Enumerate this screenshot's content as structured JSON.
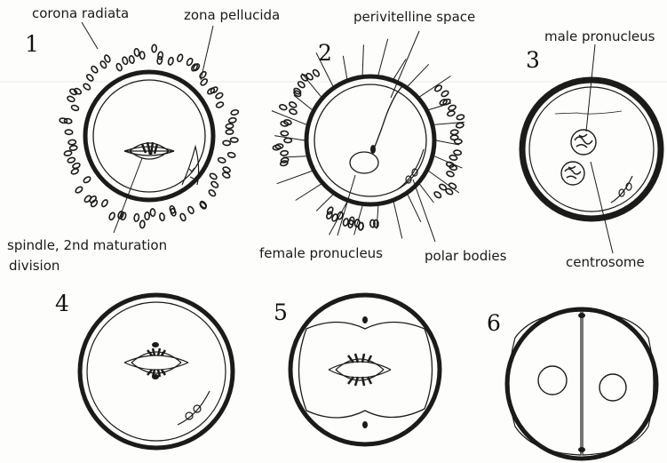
{
  "figure": {
    "stage_numbers": [
      "1",
      "2",
      "3",
      "4",
      "5",
      "6"
    ],
    "labels": {
      "corona_radiata": "corona radiata",
      "zona_pellucida": "zona pellucida",
      "perivitelline_space": "perivitelline space",
      "male_pronucleus": "male pronucleus",
      "spindle_line1": "spindle, 2nd maturation",
      "spindle_line2": "division",
      "female_pronucleus": "female pronucleus",
      "polar_bodies": "polar bodies",
      "centrosome": "centrosome"
    },
    "ink_color": "#1b1b1b",
    "background_color": "#fdfdfb"
  }
}
